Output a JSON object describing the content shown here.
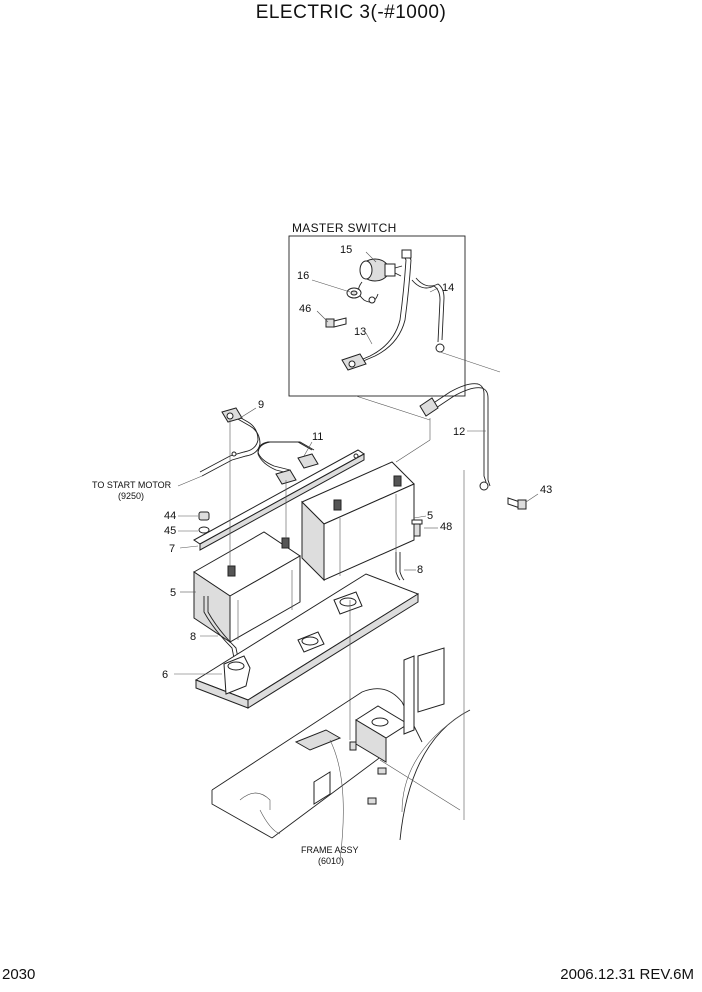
{
  "header": {
    "title": "ELECTRIC 3(-#1000)"
  },
  "footer": {
    "page_number": "2030",
    "revision": "2006.12.31 REV.6M"
  },
  "diagram": {
    "master_switch_label": "MASTER SWITCH",
    "start_motor_label": "TO START MOTOR",
    "start_motor_ref": "(9250)",
    "frame_label": "FRAME ASSY",
    "frame_ref": "(6010)",
    "callouts": {
      "c15": "15",
      "c16": "16",
      "c46": "46",
      "c13": "13",
      "c14": "14",
      "c9": "9",
      "c11": "11",
      "c12": "12",
      "c43": "43",
      "c44": "44",
      "c45": "45",
      "c7": "7",
      "c5a": "5",
      "c48": "48",
      "c8a": "8",
      "c5b": "5",
      "c8b": "8",
      "c6": "6"
    }
  }
}
